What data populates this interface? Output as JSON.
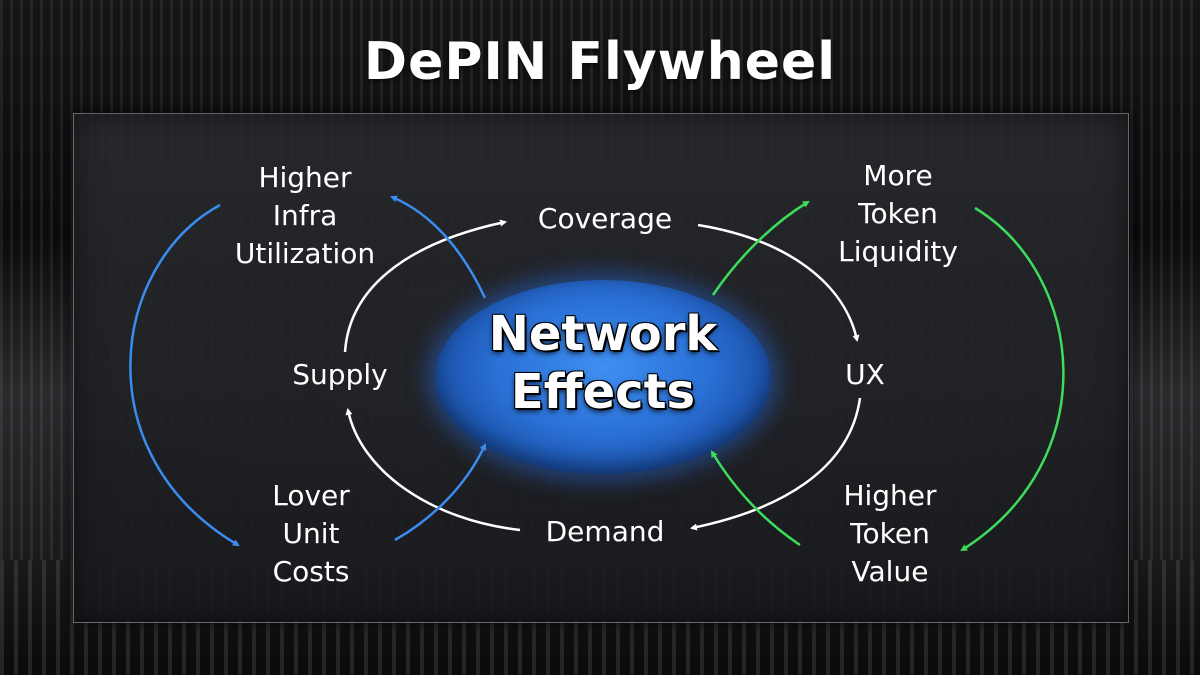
{
  "title": "DePIN Flywheel",
  "hub": {
    "label": "Network\nEffects"
  },
  "nodes": {
    "coverage": "Coverage",
    "ux": "UX",
    "demand": "Demand",
    "supply": "Supply",
    "higher_infra": "Higher\nInfra\nUtilization",
    "lower_costs": "Lover\nUnit\nCosts",
    "more_liquidity": "More\nToken\nLiquidity",
    "higher_value": "Higher\nToken\nValue"
  },
  "colors": {
    "inner_loop": "#ffffff",
    "left_loop": "#3b8cf0",
    "right_loop": "#3ddc5a",
    "hub": "#2a70d6"
  }
}
